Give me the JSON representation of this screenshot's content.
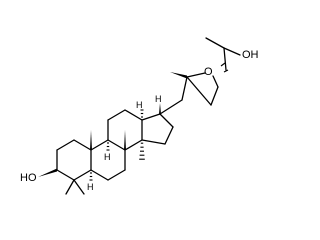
{
  "molecule": {
    "atom_labels": {
      "hydroxyl_left": "HO",
      "hydroxyl_right": "OH",
      "ring_oxygen": "O",
      "h5": "H",
      "h9": "H",
      "h13": "H",
      "h14": "H"
    }
  }
}
